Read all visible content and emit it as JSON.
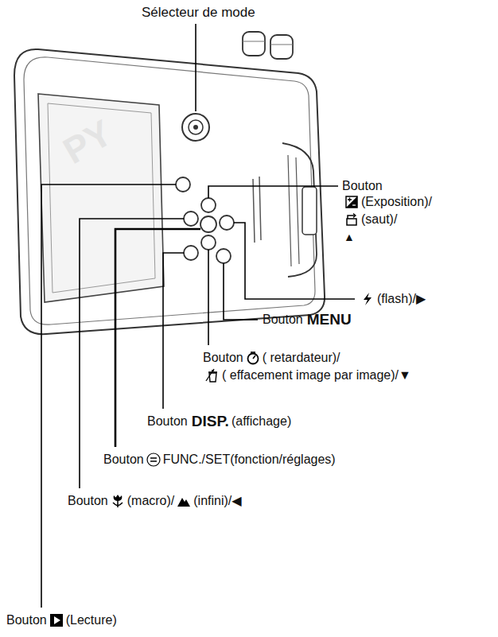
{
  "diagram": {
    "labels": [
      "Sélecteur de mode",
      "Bouton",
      "(Exposition)/",
      "(saut)/",
      "▲",
      "(flash)/▶",
      "Bouton",
      "MENU",
      "Bouton",
      "( retardateur)/",
      "( effacement image par image)/▼",
      "Bouton",
      "DISP.",
      "(affichage)",
      "Bouton",
      "FUNC./SET(fonction/réglages)",
      "Bouton",
      "(macro)/",
      "(infini)/◀",
      "Bouton",
      "(Lecture)",
      "PY"
    ]
  }
}
